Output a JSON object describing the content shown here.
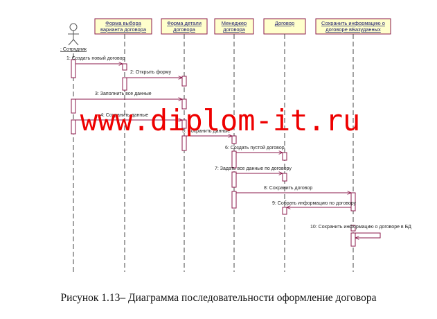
{
  "actor": {
    "label": ": Сотрудник"
  },
  "lifelines": [
    {
      "id": "forma-vybora",
      "label_line1": "Форма выбора",
      "label_line2": "варианта договора"
    },
    {
      "id": "forma-detali",
      "label_line1": "Форма детали",
      "label_line2": "договора"
    },
    {
      "id": "menedzher",
      "label_line1": "Менеджер",
      "label_line2": "договора"
    },
    {
      "id": "dogovor",
      "label_line1": "Договор",
      "label_line2": ""
    },
    {
      "id": "sohranit",
      "label_line1": "Сохранить информацию о",
      "label_line2": "договоре вБазуданных"
    }
  ],
  "messages": [
    {
      "label": "1: Создать новый договор"
    },
    {
      "label": "2: Открыть форму"
    },
    {
      "label": "3: Заполнить все данные"
    },
    {
      "label": "4: Сохранить данные"
    },
    {
      "label": "5: Сохранить данные"
    },
    {
      "label": "6: Создать пустой договор"
    },
    {
      "label": "7: Задать все данные по договору"
    },
    {
      "label": "8: Сохранить договор"
    },
    {
      "label": "9: Собрать информацию по договору"
    },
    {
      "label": "10: Сохранить информацию о договоре в БД"
    }
  ],
  "watermark": "www.diplom-it.ru",
  "caption": "Рисунок 1.13–  Диаграмма последовательности оформление договора",
  "colors": {
    "box_fill": "#ffffcc",
    "box_border": "#8b1a4b",
    "message": "#8b1a4b",
    "watermark": "#ee0000"
  }
}
